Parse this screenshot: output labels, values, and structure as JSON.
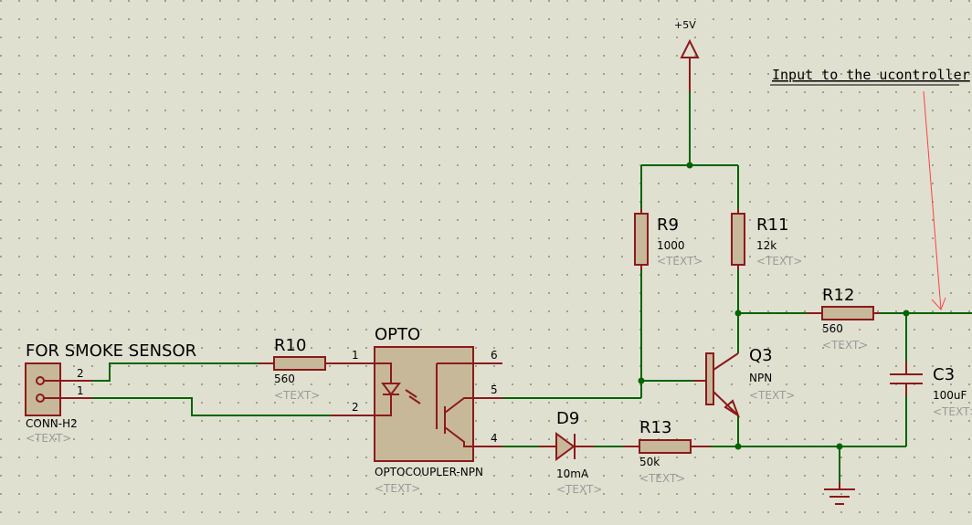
{
  "power": {
    "label": "+5V"
  },
  "note": {
    "text": "Input to the ucontroller"
  },
  "connector": {
    "title": "FOR SMOKE SENSOR",
    "part": "CONN-H2",
    "text": "<TEXT>",
    "pin1": "1",
    "pin2": "2"
  },
  "r10": {
    "name": "R10",
    "value": "560",
    "text": "<TEXT>"
  },
  "opto": {
    "name": "OPTO",
    "part": "OPTOCOUPLER-NPN",
    "text": "<TEXT>",
    "pin1": "1",
    "pin2": "2",
    "pin4": "4",
    "pin5": "5",
    "pin6": "6"
  },
  "r9": {
    "name": "R9",
    "value": "1000",
    "text": "<TEXT>"
  },
  "r11": {
    "name": "R11",
    "value": "12k",
    "text": "<TEXT>"
  },
  "q3": {
    "name": "Q3",
    "value": "NPN",
    "text": "<TEXT>"
  },
  "r12": {
    "name": "R12",
    "value": "560",
    "text": "<TEXT>"
  },
  "c3": {
    "name": "C3",
    "value": "100uF",
    "text": "<TEXT>"
  },
  "d9": {
    "name": "D9",
    "value": "10mA",
    "text": "<TEXT>"
  },
  "r13": {
    "name": "R13",
    "value": "50k",
    "text": "<TEXT>"
  },
  "colors": {
    "wire": "#006400",
    "component": "#8b1a1a",
    "body": "#c8b89a",
    "background": "#e0e0d1",
    "grid": "#8a8a7a",
    "annotation_arrow": "#ff4040"
  }
}
